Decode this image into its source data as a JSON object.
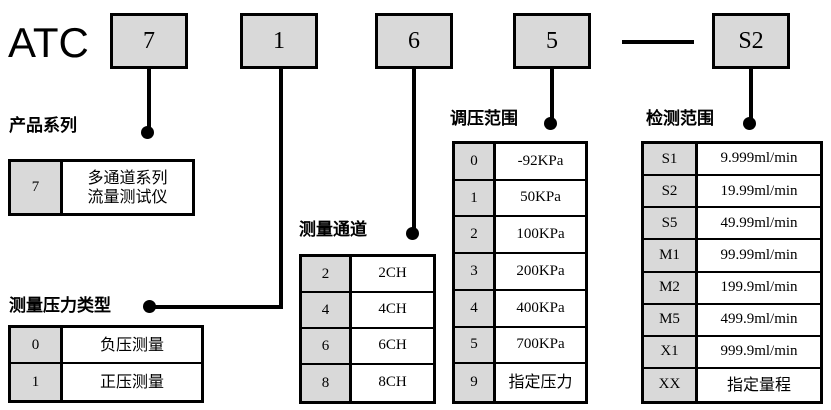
{
  "model": {
    "brand": "ATC",
    "segments": [
      {
        "name": "series",
        "value": "7"
      },
      {
        "name": "pressure-type",
        "value": "1"
      },
      {
        "name": "channels",
        "value": "6"
      },
      {
        "name": "pressure-range",
        "value": "5"
      },
      {
        "name": "detection-range",
        "value": "S2"
      }
    ],
    "separator": "—"
  },
  "sections": {
    "series": {
      "title": "产品系列",
      "rows": [
        {
          "key": "7",
          "value": "多通道系列\n流量测试仪"
        }
      ]
    },
    "pressure_type": {
      "title": "测量压力类型",
      "rows": [
        {
          "key": "0",
          "value": "负压测量"
        },
        {
          "key": "1",
          "value": "正压测量"
        }
      ]
    },
    "channels": {
      "title": "测量通道",
      "rows": [
        {
          "key": "2",
          "value": "2CH"
        },
        {
          "key": "4",
          "value": "4CH"
        },
        {
          "key": "6",
          "value": "6CH"
        },
        {
          "key": "8",
          "value": "8CH"
        }
      ]
    },
    "pressure_range": {
      "title": "调压范围",
      "rows": [
        {
          "key": "0",
          "value": "-92KPa"
        },
        {
          "key": "1",
          "value": "50KPa"
        },
        {
          "key": "2",
          "value": "100KPa"
        },
        {
          "key": "3",
          "value": "200KPa"
        },
        {
          "key": "4",
          "value": "400KPa"
        },
        {
          "key": "5",
          "value": "700KPa"
        },
        {
          "key": "9",
          "value": "指定压力"
        }
      ]
    },
    "detection_range": {
      "title": "检测范围",
      "rows": [
        {
          "key": "S1",
          "value": "9.999ml/min"
        },
        {
          "key": "S2",
          "value": "19.99ml/min"
        },
        {
          "key": "S5",
          "value": "49.99ml/min"
        },
        {
          "key": "M1",
          "value": "99.99ml/min"
        },
        {
          "key": "M2",
          "value": "199.9ml/min"
        },
        {
          "key": "M5",
          "value": "499.9ml/min"
        },
        {
          "key": "X1",
          "value": "999.9ml/min"
        },
        {
          "key": "XX",
          "value": "指定量程"
        }
      ]
    }
  },
  "colors": {
    "key_cell_fill": "#d9d9d9",
    "line": "#000000",
    "background": "#ffffff"
  }
}
